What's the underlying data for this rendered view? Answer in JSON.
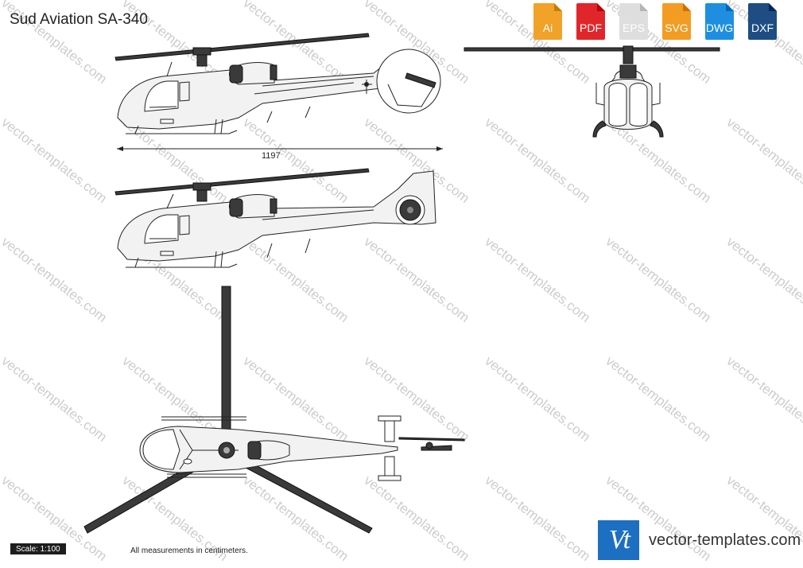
{
  "title": "Sud Aviation SA-340",
  "watermark_text": "vector-templates.com",
  "formats": [
    {
      "label": "Ai",
      "color": "#f0a229"
    },
    {
      "label": "PDF",
      "color": "#e0262a"
    },
    {
      "label": "EPS",
      "color": "#dedede"
    },
    {
      "label": "SVG",
      "color": "#f29c24"
    },
    {
      "label": "DWG",
      "color": "#1e8fe0"
    },
    {
      "label": "DXF",
      "color": "#1d4d82"
    }
  ],
  "dimension": "1197",
  "scale": "Scale: 1:100",
  "measurement_note": "All measurements in centimeters.",
  "brand": {
    "logo": "Vt",
    "name": "vector-templates.com",
    "color": "#1d6fc1"
  }
}
